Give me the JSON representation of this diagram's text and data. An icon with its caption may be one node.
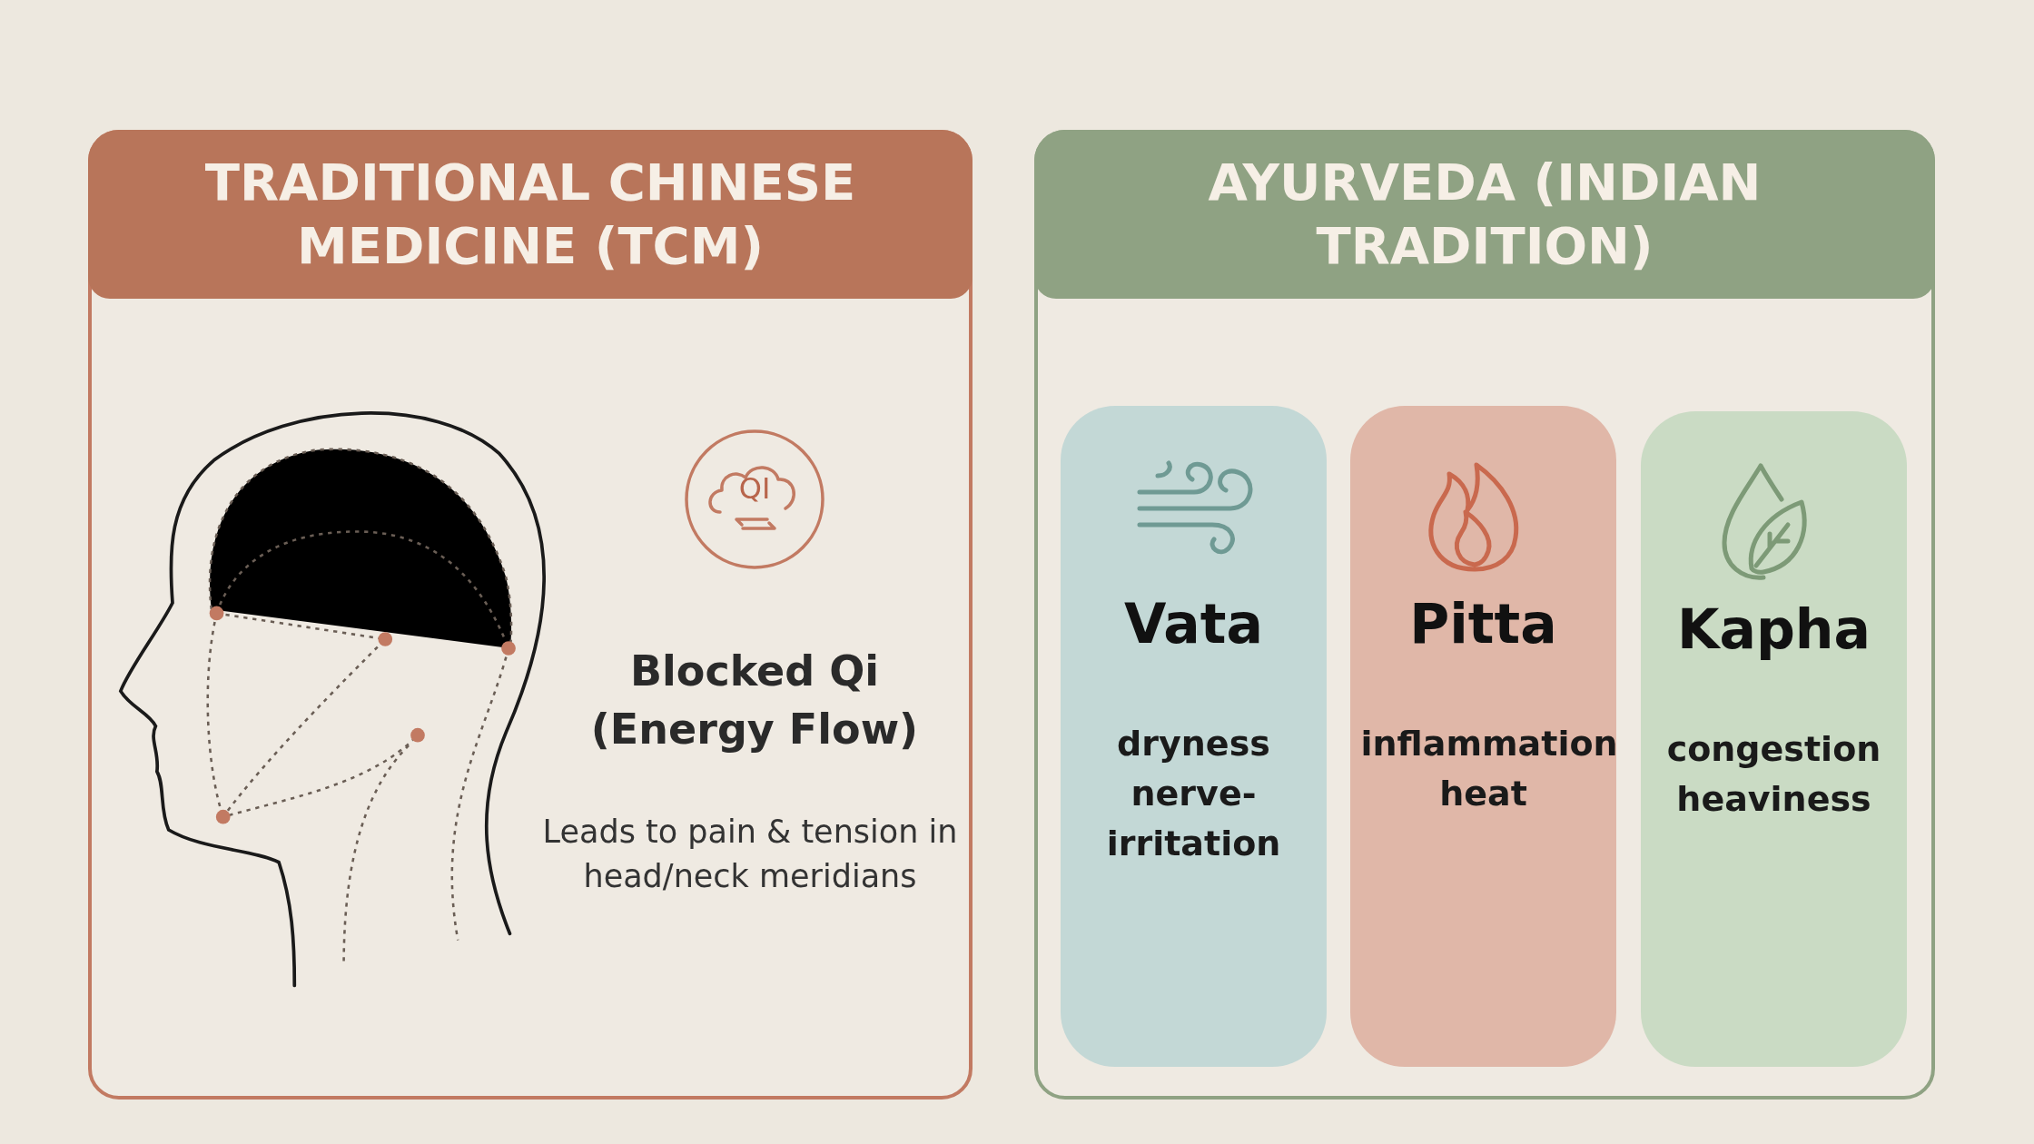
{
  "diagram": {
    "nodes": [
      {
        "text": [
          "TRADITIONAL CHINESE MEDICINE (TCM)"
        ]
      },
      {
        "text": [
          "AYURVEDA (INDIAN TRADITION)"
        ]
      },
      {
        "text": [
          "Vata",
          "dryness nerve-irritation"
        ],
        "in": 1
      },
      {
        "text": [
          "Pitta",
          "inflammation heat"
        ],
        "in": 1
      },
      {
        "text": [
          "Kapha",
          "congestion heaviness"
        ],
        "in": 1
      }
    ],
    "labels": [
      "QI",
      "Blocked Qi (Energy Flow)",
      "Leads to pain & tension in head/neck meridians"
    ]
  }
}
